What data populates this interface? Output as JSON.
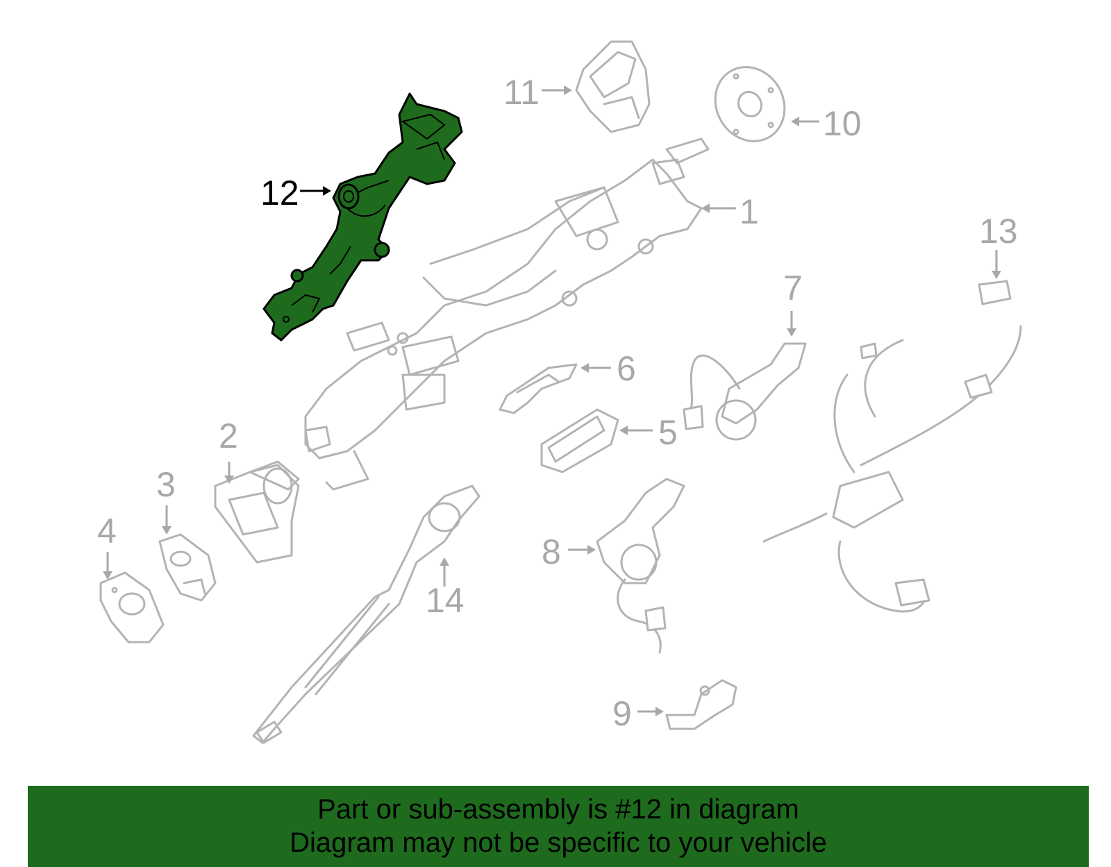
{
  "diagram": {
    "callouts": [
      {
        "id": "1",
        "label": "1"
      },
      {
        "id": "2",
        "label": "2"
      },
      {
        "id": "3",
        "label": "3"
      },
      {
        "id": "4",
        "label": "4"
      },
      {
        "id": "5",
        "label": "5"
      },
      {
        "id": "6",
        "label": "6"
      },
      {
        "id": "7",
        "label": "7"
      },
      {
        "id": "8",
        "label": "8"
      },
      {
        "id": "9",
        "label": "9"
      },
      {
        "id": "10",
        "label": "10"
      },
      {
        "id": "11",
        "label": "11"
      },
      {
        "id": "12",
        "label": "12",
        "highlighted": true
      },
      {
        "id": "13",
        "label": "13"
      },
      {
        "id": "14",
        "label": "14"
      }
    ],
    "highlight_color": "#1e6b1e",
    "part_line_color": "#b3b3b3"
  },
  "banner": {
    "line1": "Part or sub-assembly is #12 in diagram",
    "line2": "Diagram may not be specific to your vehicle",
    "background": "#1e6b1e"
  }
}
